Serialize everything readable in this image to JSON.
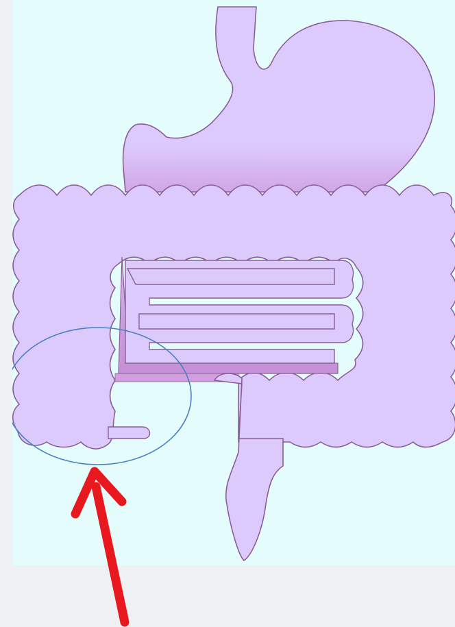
{
  "figure": {
    "subject": "digestive tract",
    "organs": [
      "stomach-icon",
      "large-intestine-icon",
      "small-intestine-icon",
      "rectum-icon",
      "appendix-icon"
    ],
    "highlight": {
      "target": "appendix",
      "marker": "ellipse",
      "pointer": "arrow"
    }
  },
  "colors": {
    "page_background": "#eef0f4",
    "panel_background": "#e4fcfc",
    "organ_fill": "#dccafc",
    "organ_shade": "#c79ad8",
    "organ_outline": "#8a5f95",
    "highlight_outline": "#4a7fc1",
    "arrow": "#e8191e"
  }
}
